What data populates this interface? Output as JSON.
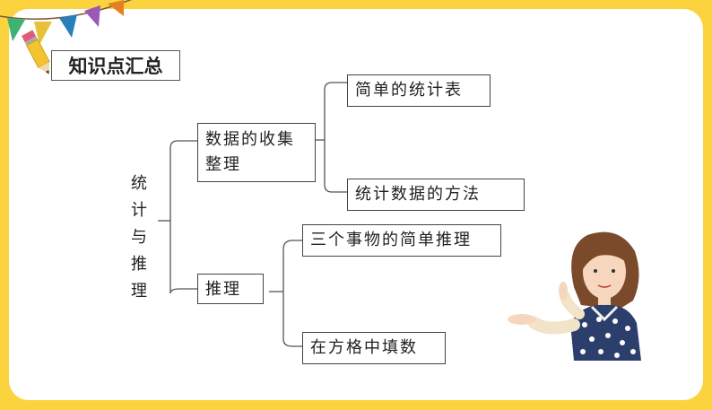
{
  "title": "知识点汇总",
  "root": {
    "chars": [
      "统",
      "计",
      "与",
      "推",
      "理"
    ],
    "text": "统计与推理"
  },
  "branches": [
    {
      "label": "数据的收集整理",
      "label_line1": "数据的收集",
      "label_line2": "整理",
      "children": [
        "简单的统计表",
        "统计数据的方法"
      ]
    },
    {
      "label": "推理",
      "children": [
        "三个事物的简单推理",
        "在方格中填数"
      ]
    }
  ],
  "colors": {
    "background": "#fad33e",
    "bunting": [
      "#9b59b6",
      "#2ecc71",
      "#e74c3c",
      "#f39c12",
      "#3498db"
    ]
  }
}
